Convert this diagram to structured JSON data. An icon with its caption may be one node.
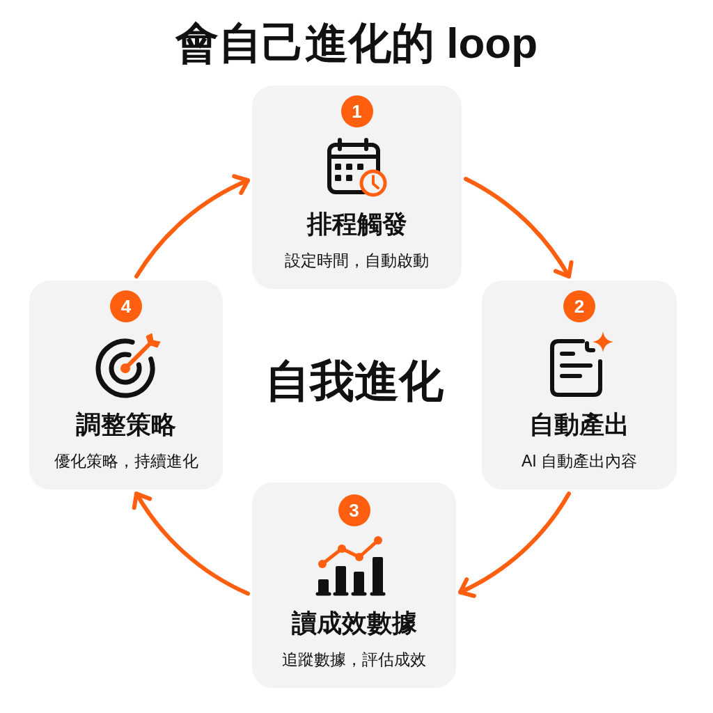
{
  "diagram": {
    "title": "會自己進化的 loop",
    "nodes": [
      {
        "text": [
          "排程觸發",
          "設定時間，自動啟動"
        ]
      },
      {
        "text": [
          "1"
        ],
        "in": 0
      },
      {
        "text": [
          "自動產出",
          "AI 自動產出內容"
        ]
      },
      {
        "text": [
          "2"
        ],
        "in": 2
      },
      {
        "text": [
          "讀成效數據",
          "追蹤數據，評估成效"
        ]
      },
      {
        "text": [
          "3"
        ],
        "in": 4
      },
      {
        "text": [
          "調整策略",
          "優化策略，持續進化"
        ]
      },
      {
        "text": [
          "4"
        ],
        "in": 6
      }
    ],
    "edges": [
      {
        "from": 0,
        "to": 2,
        "arrow": "to"
      },
      {
        "from": 2,
        "to": 4,
        "arrow": "to"
      },
      {
        "from": 4,
        "to": 6,
        "arrow": "to"
      },
      {
        "from": 6,
        "to": 0,
        "arrow": "to"
      }
    ],
    "labels": [
      "自我進化"
    ]
  }
}
